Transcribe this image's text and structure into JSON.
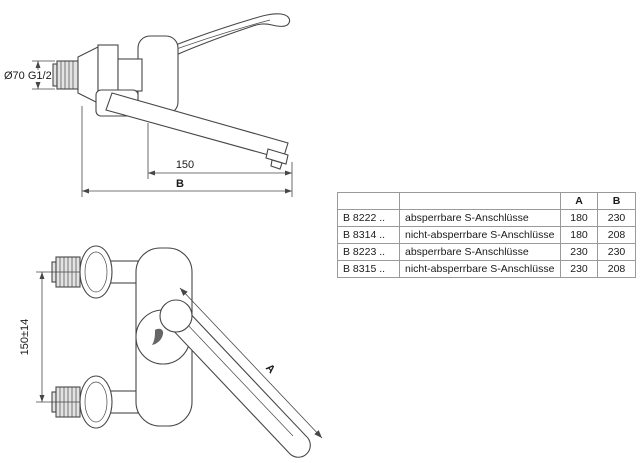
{
  "page": {
    "background": "#ffffff"
  },
  "drawing": {
    "side_view": {
      "connection_label": "Ø70 G1/2",
      "spout_length_label": "150",
      "width_label": "B"
    },
    "front_view": {
      "connection_spacing_label": "150±14",
      "lever_length_label": "A"
    }
  },
  "table": {
    "headers": {
      "model": "",
      "description": "",
      "a": "A",
      "b": "B"
    },
    "rows": [
      {
        "model": "B 8222 ..",
        "description": "absperrbare S-Anschlüsse",
        "a": "180",
        "b": "230"
      },
      {
        "model": "B 8314 ..",
        "description": "nicht-absperrbare S-Anschlüsse",
        "a": "180",
        "b": "208"
      },
      {
        "model": "B 8223 ..",
        "description": "absperrbare S-Anschlüsse",
        "a": "230",
        "b": "230"
      },
      {
        "model": "B 8315 ..",
        "description": "nicht-absperrbare S-Anschlüsse",
        "a": "230",
        "b": "208"
      }
    ]
  },
  "colors": {
    "line": "#474747",
    "fill": "#ffffff",
    "knurl_fill": "#e3e3e3",
    "table_border": "#9a9a9a",
    "text": "#1a1a1a"
  }
}
